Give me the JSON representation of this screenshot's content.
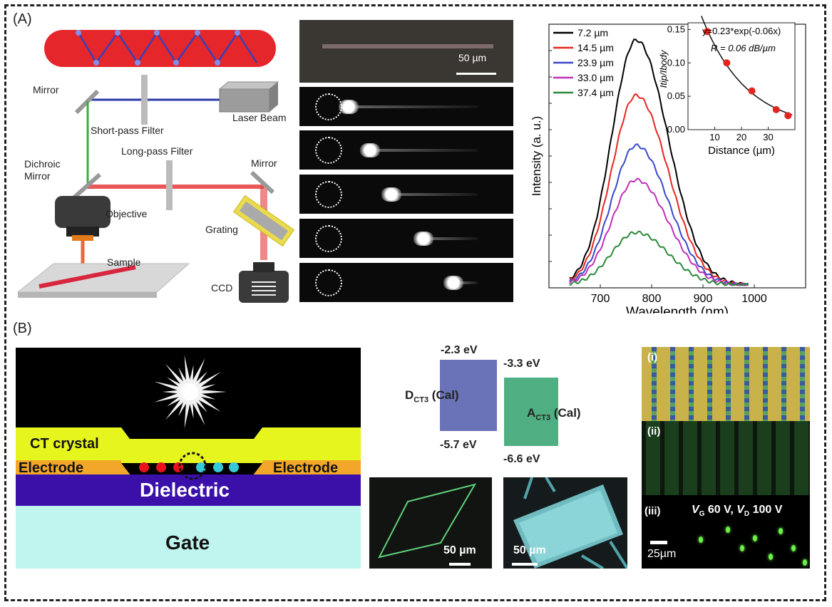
{
  "panels": {
    "a_letter": "(A)",
    "b_letter": "(B)"
  },
  "setup": {
    "mirror_top": "Mirror",
    "laser": "Laser Beam",
    "short_pass": "Short-pass Filter",
    "long_pass": "Long-pass Filter",
    "dichroic": "Dichroic\nMirror",
    "mirror_right": "Mirror",
    "objective": "Objective",
    "grating": "Grating",
    "sample": "Sample",
    "ccd": "CCD"
  },
  "micrographs": {
    "scalebar": "50 µm",
    "spot_positions": [
      0.23,
      0.33,
      0.43,
      0.58,
      0.72
    ]
  },
  "spectra": {
    "chart_data": {
      "type": "line",
      "xlabel": "Wavelength (nm)",
      "ylabel": "Intensity (a. u.)",
      "xlim": [
        600,
        1100
      ],
      "xticks": [
        700,
        800,
        900,
        1000
      ],
      "ylim": [
        0,
        1.0
      ],
      "series": [
        {
          "name": "7.2 µm",
          "color": "#000000",
          "peak": 0.93
        },
        {
          "name": "14.5 µm",
          "color": "#e8261f",
          "peak": 0.72
        },
        {
          "name": "23.9 µm",
          "color": "#3a48c8",
          "peak": 0.53
        },
        {
          "name": "33.0 µm",
          "color": "#c030b8",
          "peak": 0.4
        },
        {
          "name": "37.4 µm",
          "color": "#2a8a3a",
          "peak": 0.2
        }
      ],
      "peak_wavelength": 770
    },
    "inset": {
      "type": "scatter",
      "equation": "y=0.23*exp(-0.06x)",
      "r_text": "R = 0.06 dB/µm",
      "xlabel": "Distance (µm)",
      "ylabel": "Itip/Ibody",
      "xticks": [
        10,
        20,
        30
      ],
      "yticks": [
        "0.00",
        "0.05",
        "0.10",
        "0.15"
      ],
      "xlim": [
        0,
        40
      ],
      "ylim": [
        0,
        0.16
      ],
      "x": [
        7.2,
        14.5,
        23.9,
        33.0,
        37.4
      ],
      "y": [
        0.147,
        0.1,
        0.058,
        0.03,
        0.021
      ]
    }
  },
  "device": {
    "ct_crystal": "CT crystal",
    "electrode_left": "Electrode",
    "electrode_right": "Electrode",
    "dielectric": "Dielectric",
    "gate": "Gate"
  },
  "energy": {
    "d_top": "-2.3 eV",
    "d_bottom": "-5.7 eV",
    "a_top": "-3.3 eV",
    "a_bottom": "-6.6 eV",
    "d_label": "DCT3",
    "a_label": "ACT3",
    "cal": "(Cal)",
    "d_color": "#6a73b7",
    "a_color": "#4fae82"
  },
  "crystals": {
    "scalebar_1": "50 µm",
    "scalebar_2": "50 µm"
  },
  "right_images": {
    "i": "(i)",
    "ii": "(ii)",
    "iii": "(iii)",
    "bias": "VG 60 V, VD 100 V",
    "scalebar": "25µm"
  }
}
